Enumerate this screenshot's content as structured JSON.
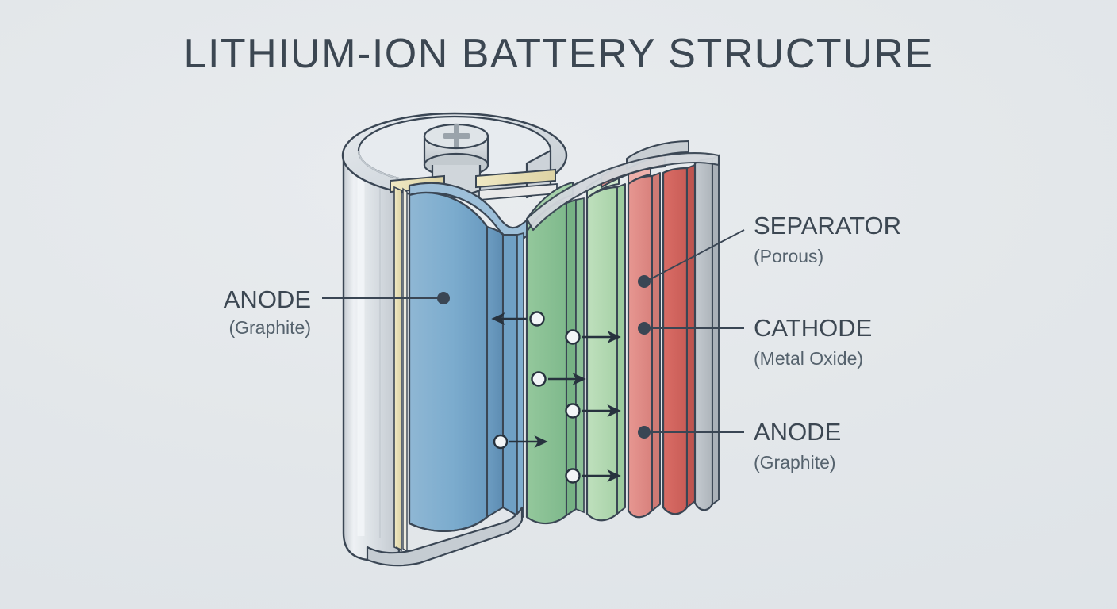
{
  "title": "LITHIUM-ION BATTERY STRUCTURE",
  "background_color": "#e3e7ea",
  "ink_color": "#3a4654",
  "title_color": "#3c4752",
  "diagram": {
    "subject": "cutaway cylindrical lithium-ion cell showing spiral-wound electrode layers",
    "terminal": {
      "name": "positive-terminal",
      "symbol": "+",
      "color": "#c9ced3"
    },
    "casing": {
      "name": "steel-can",
      "color": "#d2d7dc",
      "highlight": "#eef1f3"
    },
    "layers": [
      {
        "id": "copper-foil",
        "label": "Copper current collector",
        "color": "#e8e0b8"
      },
      {
        "id": "anode",
        "label": "Anode",
        "color": "#7ba9cc"
      },
      {
        "id": "separator-1",
        "label": "Separator",
        "color": "#8cc297"
      },
      {
        "id": "separator-2",
        "label": "Separator",
        "color": "#b3d9b2"
      },
      {
        "id": "cathode-1",
        "label": "Cathode",
        "color": "#e08a86"
      },
      {
        "id": "cathode-2",
        "label": "Cathode",
        "color": "#d3655f"
      },
      {
        "id": "outer-wrap",
        "label": "Outer wrap",
        "color": "#b9bfc4"
      }
    ]
  },
  "callouts": {
    "left": [
      {
        "id": "anode-left",
        "title": "ANODE",
        "subtitle": "(Graphite)",
        "align": "right"
      }
    ],
    "right": [
      {
        "id": "separator",
        "title": "SEPARATOR",
        "subtitle": "(Porous)",
        "align": "left"
      },
      {
        "id": "cathode",
        "title": "CATHODE",
        "subtitle": "(Metal Oxide)",
        "align": "left"
      },
      {
        "id": "anode-right",
        "title": "ANODE",
        "subtitle": "(Graphite)",
        "align": "left"
      }
    ]
  },
  "ions": {
    "name": "lithium-ion-flow",
    "fill": "#f2f5f7",
    "stroke": "#27323e",
    "count": 6,
    "directions": [
      "left",
      "right",
      "right",
      "right",
      "right",
      "right"
    ]
  }
}
